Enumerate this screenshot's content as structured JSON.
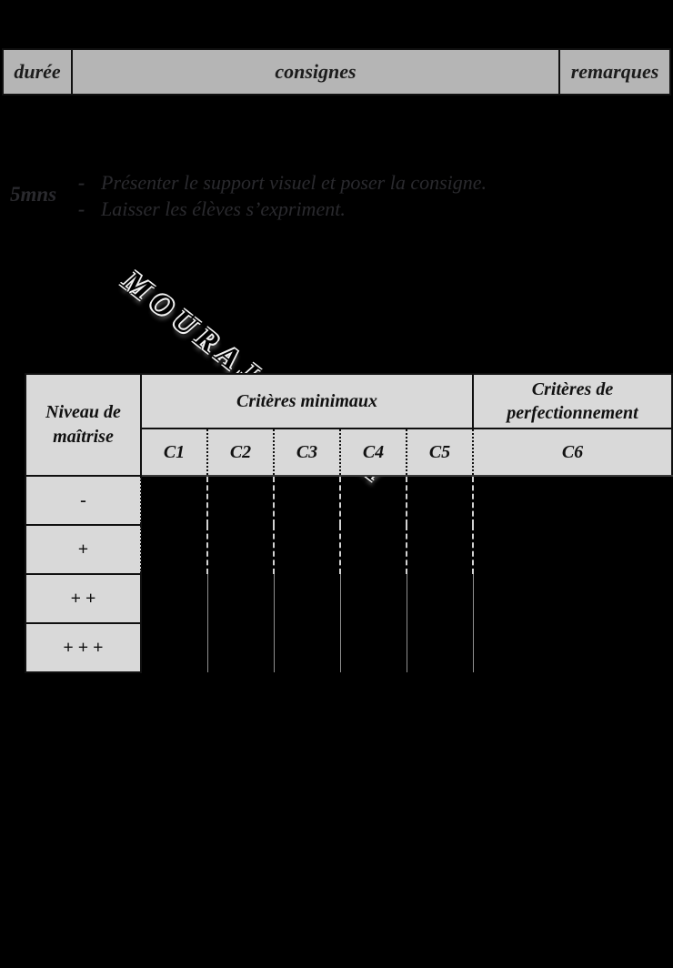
{
  "colors": {
    "page_background": "#000000",
    "schedule_header_bg": "#b5b5b5",
    "grid_header_bg": "#d9d9d9",
    "body_text": "#2a2a2e",
    "grid_text": "#111111",
    "watermark_outline": "#f2f2f2"
  },
  "top_header": {
    "duree": "durée",
    "consignes": "consignes",
    "remarques": "remarques"
  },
  "session": {
    "duration": "5mns",
    "dash": "-",
    "bullets": [
      "Présenter le support visuel et poser la consigne.",
      "Laisser les élèves s’expriment."
    ]
  },
  "watermark": {
    "text": "MOURAJAA.COM"
  },
  "grid": {
    "level_header": {
      "line1": "Niveau de",
      "line2": "maîtrise"
    },
    "group_minimal": "Critères minimaux",
    "group_perfection": "Critères de perfectionnement",
    "criteria": [
      "C1",
      "C2",
      "C3",
      "C4",
      "C5",
      "C6"
    ],
    "levels": [
      "-",
      "+",
      "+ +",
      "+ + +"
    ]
  }
}
